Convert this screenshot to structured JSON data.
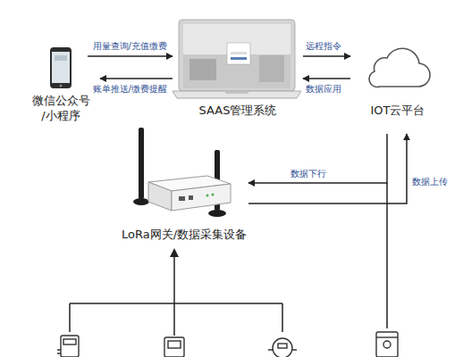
{
  "diagram": {
    "nodes": [
      {
        "text": [
          "微信公众号 /小程序"
        ]
      },
      {
        "text": [
          "SAAS管理系统"
        ]
      },
      {
        "text": [
          "IOT云平台"
        ]
      },
      {
        "text": [
          "LoRa网关/数据采集设备"
        ]
      }
    ],
    "edges": [
      {
        "from": 0,
        "to": 1,
        "label": "用量查询/充值缴费",
        "arrow": "to"
      },
      {
        "from": 1,
        "to": 0,
        "label": "账单推送/缴费提醒",
        "arrow": "to"
      },
      {
        "from": 1,
        "to": 2,
        "label": "远程指令",
        "arrow": "to"
      },
      {
        "from": 2,
        "to": 1,
        "label": "数据应用",
        "arrow": "to"
      },
      {
        "from": 2,
        "to": 3,
        "label": "数据下行",
        "arrow": "to"
      },
      {
        "from": 3,
        "to": 2,
        "label": "数据上传",
        "arrow": "to"
      }
    ]
  }
}
